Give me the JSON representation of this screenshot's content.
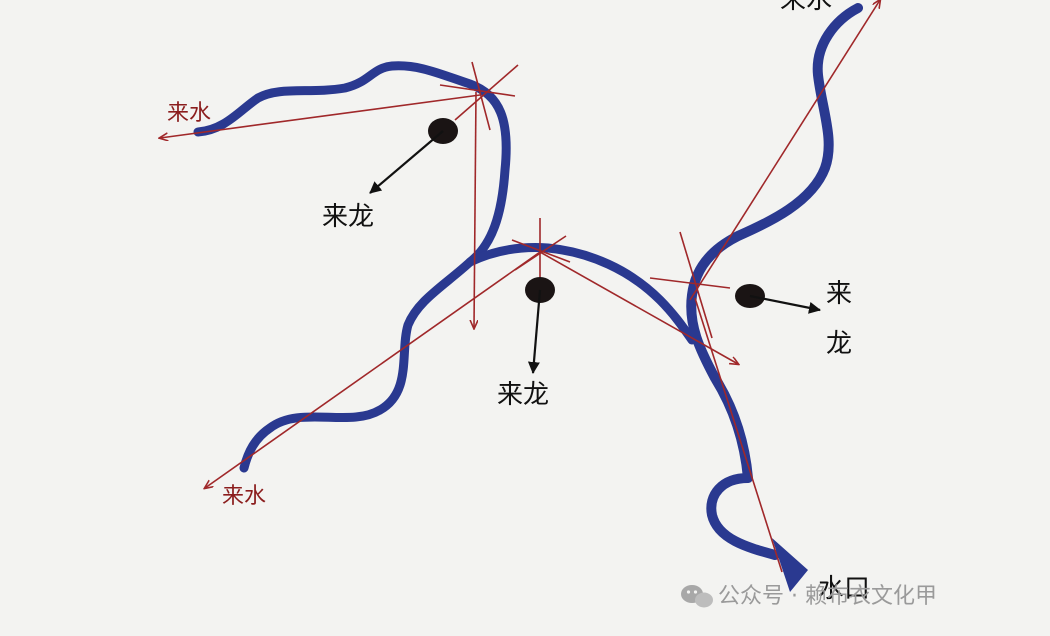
{
  "labels": {
    "water_in_top_left": "来水",
    "water_in_bottom_left": "来水",
    "water_in_top_right": "来水",
    "dragon_left": "来龙",
    "dragon_center": "来龙",
    "dragon_right_char1": "来",
    "dragon_right_char2": "龙",
    "water_outlet": "水口"
  },
  "watermark": {
    "text": "公众号 · 赖布衣文化甲"
  },
  "colors": {
    "river": "#2a3990",
    "red_line": "#a0282a",
    "arrow_black": "#111111",
    "background": "#f4f4f2"
  }
}
